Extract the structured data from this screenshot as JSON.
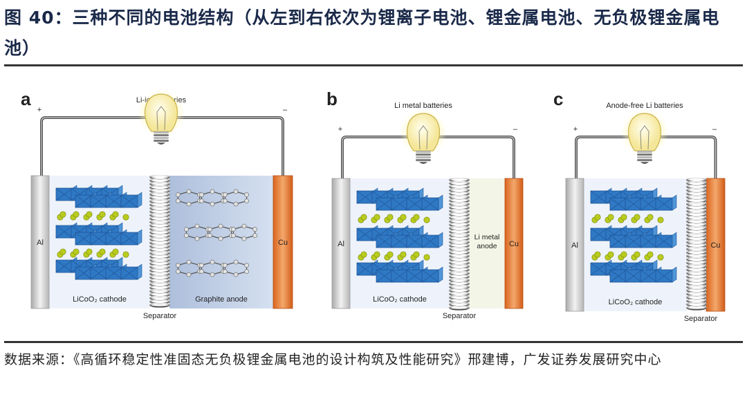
{
  "figure": {
    "title": "图 40：三种不同的电池结构（从左到右依次为锂离子电池、锂金属电池、无负极锂金属电池）",
    "source": "数据来源：《高循环稳定性准固态无负极锂金属电池的设计构筑及性能研究》邢建博，广发证券发展研究中心"
  },
  "panels": [
    {
      "letter": "a",
      "heading": "Li-ion batteries",
      "plus": "+",
      "minus": "–",
      "current_collector_left": "Al",
      "current_collector_right": "Cu",
      "cathode_label": "LiCoO₂ cathode",
      "anode_label": "Graphite anode",
      "separator_label": "Separator"
    },
    {
      "letter": "b",
      "heading": "Li metal batteries",
      "plus": "+",
      "minus": "–",
      "current_collector_left": "Al",
      "current_collector_right": "Cu",
      "cathode_label": "LiCoO₂ cathode",
      "anode_label_line1": "Li metal",
      "anode_label_line2": "anode",
      "separator_label": "Separator"
    },
    {
      "letter": "c",
      "heading": "Anode-free Li batteries",
      "plus": "+",
      "minus": "–",
      "current_collector_left": "Al",
      "current_collector_right": "Cu",
      "cathode_label": "LiCoO₂ cathode",
      "separator_label": "Separator"
    }
  ],
  "colors": {
    "cathode_block": "#2f78c4",
    "li_ion": "#b9cc1e",
    "copper": "#e0742c",
    "aluminum": "#cfcfcf",
    "wire": "#555555"
  }
}
